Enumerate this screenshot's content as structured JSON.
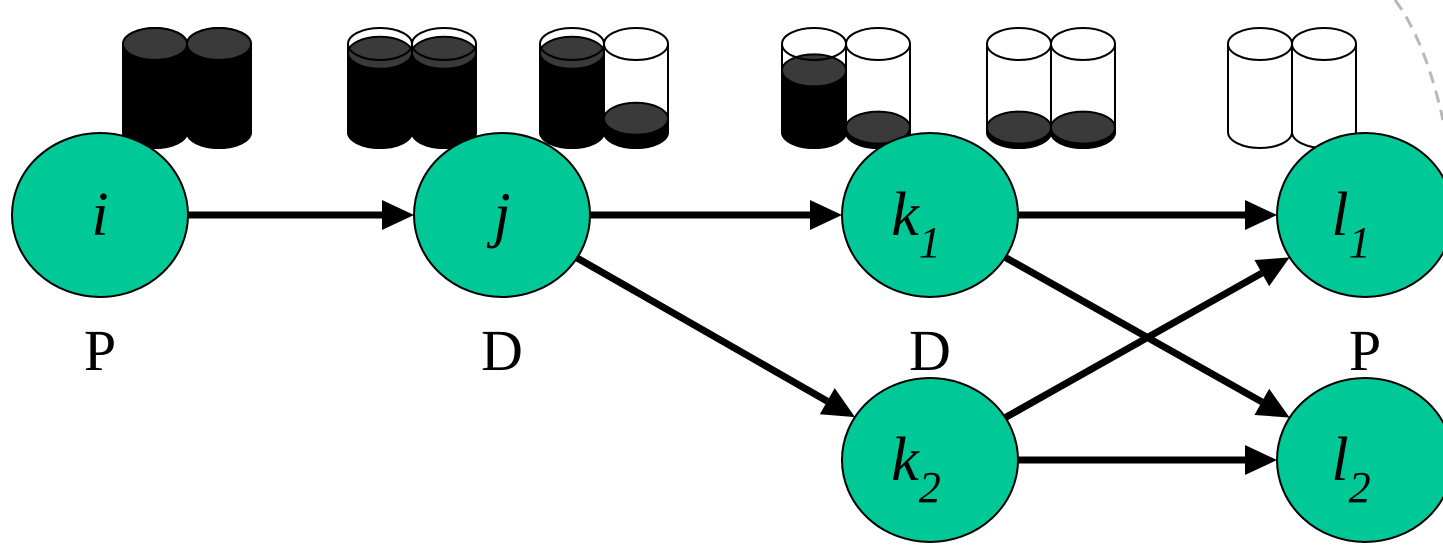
{
  "colors": {
    "node_fill": "#00c896",
    "stroke": "#000000",
    "cylinder_full": "#000000",
    "cylinder_cap": "#3a3a3a",
    "background": "#ffffff",
    "dashed_curve": "#b8b8b8"
  },
  "nodes": [
    {
      "id": "i",
      "letter": "i",
      "subscript": ""
    },
    {
      "id": "j",
      "letter": "j",
      "subscript": ""
    },
    {
      "id": "k1",
      "letter": "k",
      "subscript": "1"
    },
    {
      "id": "k2",
      "letter": "k",
      "subscript": "2"
    },
    {
      "id": "l1",
      "letter": "l",
      "subscript": "1"
    },
    {
      "id": "l2",
      "letter": "l",
      "subscript": "2"
    }
  ],
  "edges": [
    {
      "from": "i",
      "to": "j"
    },
    {
      "from": "j",
      "to": "k1"
    },
    {
      "from": "j",
      "to": "k2"
    },
    {
      "from": "k1",
      "to": "l1"
    },
    {
      "from": "k1",
      "to": "l2"
    },
    {
      "from": "k2",
      "to": "l1"
    },
    {
      "from": "k2",
      "to": "l2"
    }
  ],
  "role_labels": {
    "i": "P",
    "j": "D",
    "k1": "D",
    "l1": "P"
  },
  "cylinder_groups": [
    {
      "name": "group-1",
      "fill_levels": [
        1.0,
        1.0
      ]
    },
    {
      "name": "group-2",
      "fill_levels": [
        0.9,
        0.9
      ]
    },
    {
      "name": "group-3",
      "fill_levels": [
        0.9,
        0.15
      ]
    },
    {
      "name": "group-4",
      "fill_levels": [
        0.7,
        0.05
      ]
    },
    {
      "name": "group-5",
      "fill_levels": [
        0.05,
        0.05
      ]
    },
    {
      "name": "group-6",
      "fill_levels": [
        0.0,
        0.0
      ]
    }
  ]
}
